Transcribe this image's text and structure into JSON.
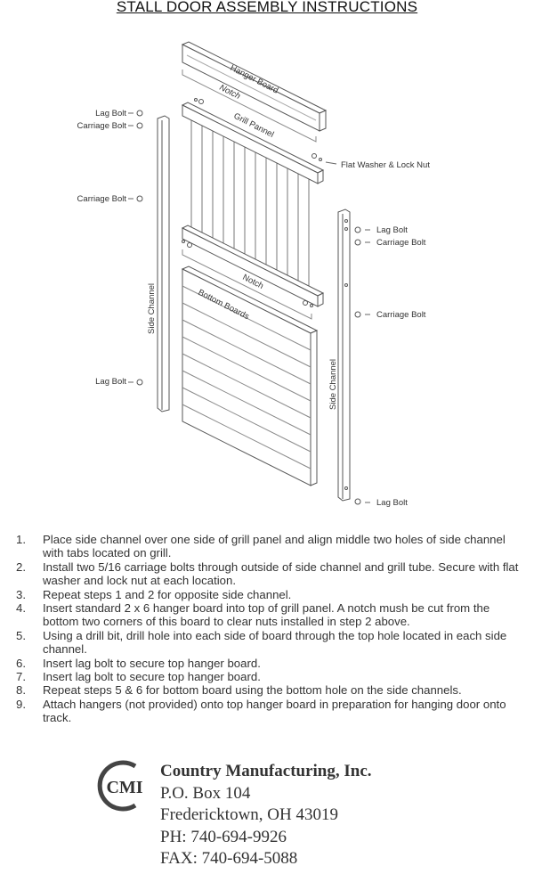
{
  "title": "STALL DOOR ASSEMBLY INSTRUCTIONS",
  "diagram": {
    "hanger_board": "Hanger Board",
    "notch_top": "Notch",
    "grill_panel": "Grill Pannel",
    "notch_bottom": "Notch",
    "bottom_boards": "Bottom Boards",
    "side_channel_left": "Side Channel",
    "side_channel_right": "Side Channel",
    "left_labels": [
      "Lag Bolt",
      "Carriage Bolt",
      "Carriage Bolt",
      "Lag Bolt"
    ],
    "flat_washer": "Flat Washer & Lock Nut",
    "right_labels": [
      "Lag Bolt",
      "Carriage Bolt",
      "Carriage Bolt",
      "Lag Bolt"
    ]
  },
  "steps": [
    {
      "num": "1.",
      "text": "Place side channel over one side of grill panel and align middle two holes of side channel with tabs located on grill."
    },
    {
      "num": "2.",
      "text": "Install two 5/16 carriage bolts through outside of side channel and grill tube.  Secure with flat washer and lock nut at each location."
    },
    {
      "num": "3.",
      "text": "Repeat steps 1 and 2 for opposite side channel."
    },
    {
      "num": "4.",
      "text": "Insert standard 2 x 6 hanger board into top of grill panel.  A notch mush be cut from the bottom two corners of this board to clear nuts installed in step 2 above."
    },
    {
      "num": "5.",
      "text": "Using a drill bit, drill hole into each side of board through the top hole located in each side channel."
    },
    {
      "num": "6.",
      "text": "Insert lag bolt to secure top hanger board."
    },
    {
      "num": "7.",
      "text": "Insert lag bolt to secure top hanger board."
    },
    {
      "num": "8.",
      "text": "Repeat steps 5 & 6 for bottom board using the bottom hole on the side channels."
    },
    {
      "num": "9.",
      "text": "Attach hangers (not provided) onto top hanger board in preparation for hanging door onto track."
    }
  ],
  "company": {
    "logo_text": "CMI",
    "name": "Country Manufacturing, Inc.",
    "po_box": "P.O. Box 104",
    "city": "Fredericktown, OH 43019",
    "phone": "PH: 740-694-9926",
    "fax": "FAX: 740-694-5088"
  }
}
